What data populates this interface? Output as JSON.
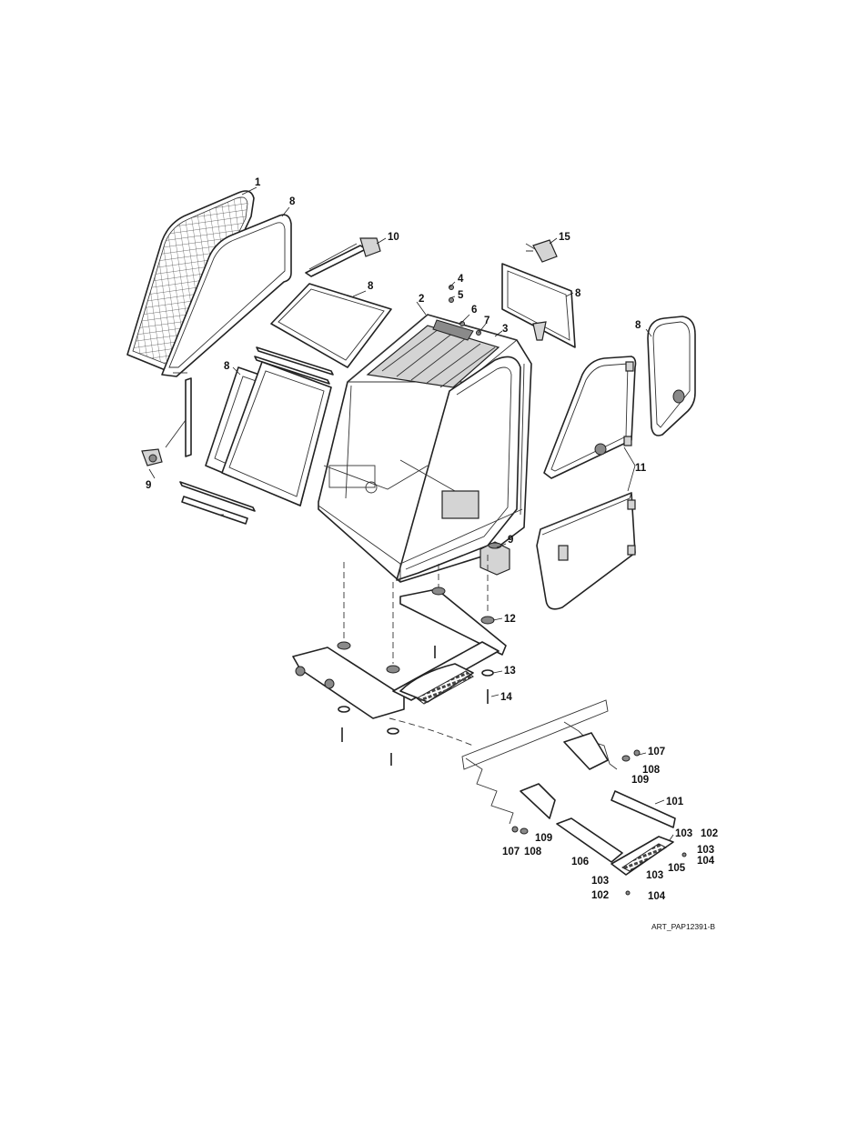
{
  "art_id": "ART_PAP12391-B",
  "callouts": {
    "c1": "1",
    "c2": "2",
    "c3": "3",
    "c4": "4",
    "c5": "5",
    "c6": "6",
    "c7": "7",
    "c8a": "8",
    "c8b": "8",
    "c8c": "8",
    "c8d": "8",
    "c8e": "8",
    "c9a": "9",
    "c9b": "9",
    "c10": "10",
    "c11": "11",
    "c12": "12",
    "c13": "13",
    "c14": "14",
    "c15": "15",
    "c101": "101",
    "c102a": "102",
    "c102b": "102",
    "c103a": "103",
    "c103b": "103",
    "c103c": "103",
    "c103d": "103",
    "c104a": "104",
    "c104b": "104",
    "c105": "105",
    "c106": "106",
    "c107a": "107",
    "c107b": "107",
    "c108a": "108",
    "c108b": "108",
    "c109a": "109",
    "c109b": "109"
  }
}
